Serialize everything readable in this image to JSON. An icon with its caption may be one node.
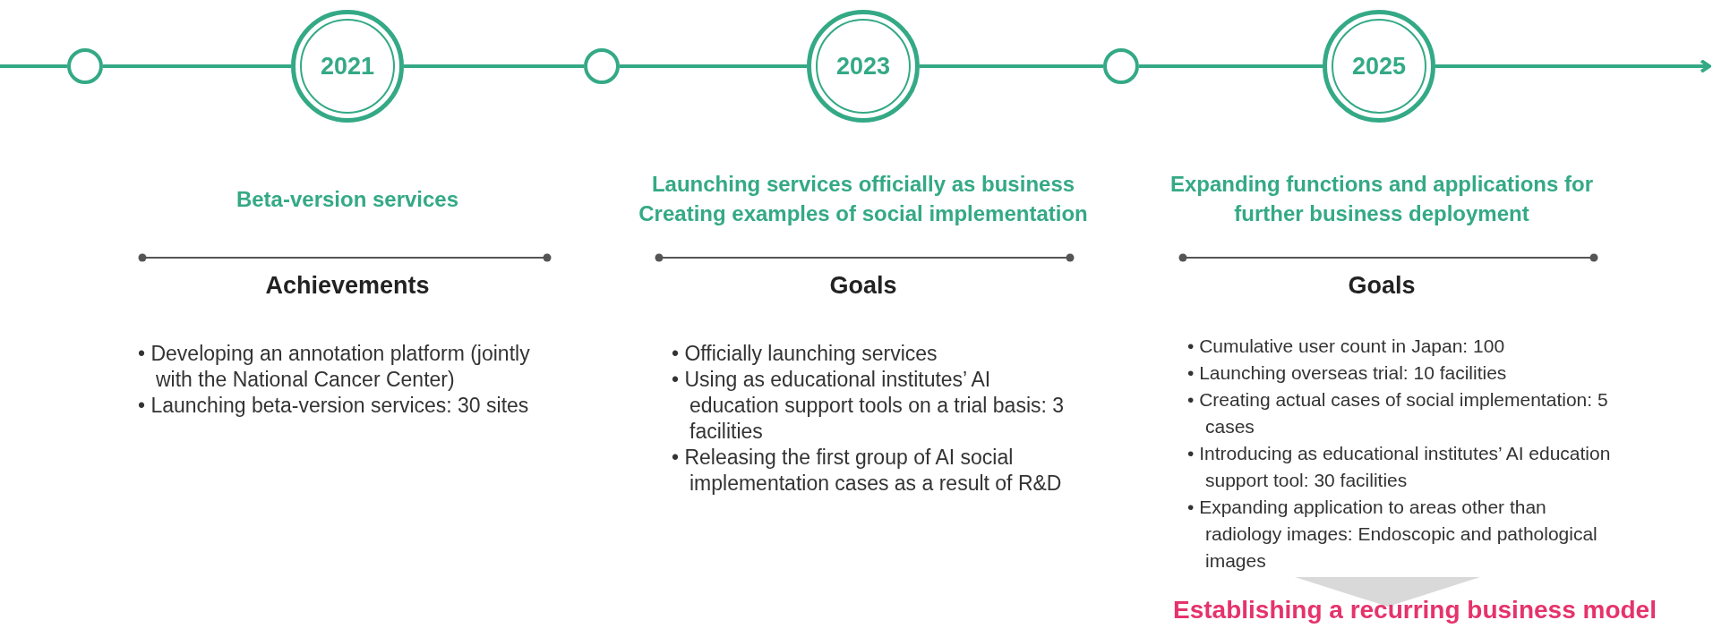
{
  "diagram": {
    "nodes": [
      {
        "text": [],
        "shape": "circle"
      },
      {
        "text": [
          "2021"
        ]
      },
      {
        "text": [],
        "shape": "circle"
      },
      {
        "text": [
          "2023"
        ]
      },
      {
        "text": [],
        "shape": "circle"
      },
      {
        "text": [
          "2025"
        ]
      }
    ],
    "edges": [
      {
        "from": null,
        "to": 0,
        "arrow": "none"
      },
      {
        "from": 0,
        "to": 1,
        "arrow": "none"
      },
      {
        "from": 1,
        "to": 2,
        "arrow": "none"
      },
      {
        "from": 2,
        "to": 3,
        "arrow": "none"
      },
      {
        "from": 3,
        "to": 4,
        "arrow": "none"
      },
      {
        "from": 4,
        "to": 5,
        "arrow": "none"
      },
      {
        "from": 5,
        "to": null,
        "arrow": "to"
      }
    ],
    "labels": [
      "Beta-version services",
      "Achievements",
      "• Developing an annotation platform (jointly with the National Cancer Center)",
      "• Launching beta-version services: 30 sites",
      "Launching services officially as business Creating examples of social implementation",
      "Goals",
      "• Officially launching services",
      "• Using as educational institutes’ AI education support tools on a trial basis: 3 facilities",
      "• Releasing the first group of AI social implementation cases as a result of R&D",
      "Expanding functions and applications for further business deployment",
      "Goals",
      "• Cumulative user count in Japan: 100",
      "• Launching overseas trial: 10 facilities",
      "• Creating actual cases of social implementation: 5 cases",
      "• Introducing as educational institutes’ AI education support tool: 30 facilities",
      "• Expanding application to areas other than radiology images: Endoscopic and pathological images",
      "Establishing a recurring business model"
    ]
  }
}
